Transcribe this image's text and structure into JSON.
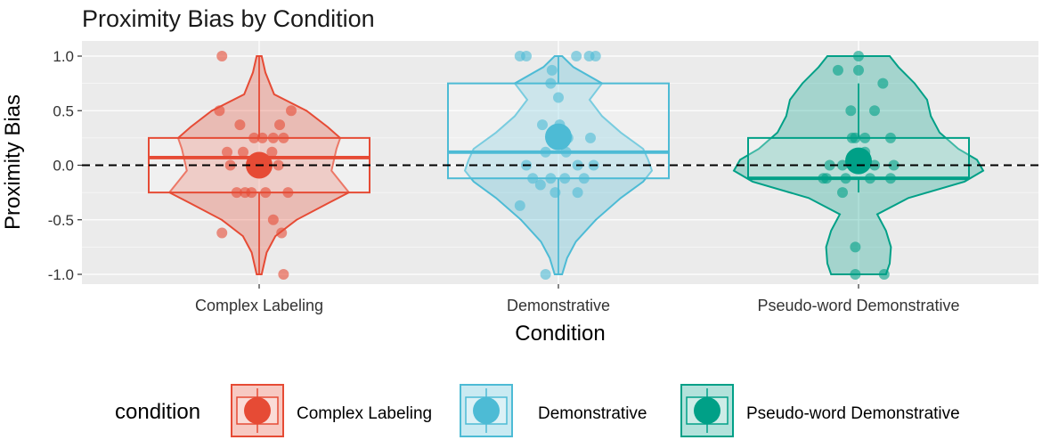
{
  "chart_data": {
    "type": "violin",
    "title": "Proximity Bias by Condition",
    "xlabel": "Condition",
    "ylabel": "Proximity Bias",
    "ylim": [
      -1.06,
      1.06
    ],
    "yticks": [
      1.0,
      0.5,
      0.0,
      -0.5,
      -1.0
    ],
    "ytick_labels": [
      "1.0",
      "0.5",
      "0.0",
      "-0.5",
      "-1.0"
    ],
    "reference_line": {
      "y": 0,
      "style": "dashed"
    },
    "legend": {
      "title": "condition",
      "position": "bottom"
    },
    "grid": true,
    "categories": [
      "Complex Labeling",
      "Demonstrative",
      "Pseudo-word Demonstrative"
    ],
    "series": [
      {
        "name": "Complex Labeling",
        "color": "#E64B35",
        "box": {
          "q1": -0.25,
          "median": 0.07,
          "q3": 0.25,
          "whisker_low": -1.0,
          "whisker_high": 1.0
        },
        "mean": 0.0,
        "violin_profile": [
          [
            1.0,
            0.02
          ],
          [
            0.85,
            0.05
          ],
          [
            0.65,
            0.12
          ],
          [
            0.5,
            0.38
          ],
          [
            0.35,
            0.55
          ],
          [
            0.25,
            0.65
          ],
          [
            0.15,
            0.62
          ],
          [
            0.05,
            0.6
          ],
          [
            -0.05,
            0.58
          ],
          [
            -0.15,
            0.65
          ],
          [
            -0.25,
            0.72
          ],
          [
            -0.35,
            0.55
          ],
          [
            -0.5,
            0.3
          ],
          [
            -0.65,
            0.13
          ],
          [
            -0.8,
            0.06
          ],
          [
            -1.0,
            0.02
          ]
        ],
        "points": [
          [
            -0.58,
            1.0
          ],
          [
            -0.62,
            0.5
          ],
          [
            -0.3,
            0.37
          ],
          [
            0.32,
            0.37
          ],
          [
            0.5,
            0.5
          ],
          [
            -0.08,
            0.25
          ],
          [
            0.05,
            0.25
          ],
          [
            0.22,
            0.25
          ],
          [
            0.38,
            0.25
          ],
          [
            -0.5,
            0.12
          ],
          [
            -0.25,
            0.12
          ],
          [
            0.2,
            0.12
          ],
          [
            -0.45,
            0.0
          ],
          [
            0.3,
            0.0
          ],
          [
            -0.1,
            0.0
          ],
          [
            -0.35,
            -0.25
          ],
          [
            -0.22,
            -0.25
          ],
          [
            -0.12,
            -0.25
          ],
          [
            0.1,
            -0.25
          ],
          [
            0.45,
            -0.25
          ],
          [
            0.22,
            -0.5
          ],
          [
            -0.58,
            -0.62
          ],
          [
            0.35,
            -0.62
          ],
          [
            0.38,
            -1.0
          ]
        ]
      },
      {
        "name": "Demonstrative",
        "color": "#4DBBD5",
        "box": {
          "q1": -0.12,
          "median": 0.12,
          "q3": 0.75,
          "whisker_low": -1.0,
          "whisker_high": 1.0
        },
        "mean": 0.26,
        "violin_profile": [
          [
            1.0,
            0.03
          ],
          [
            0.9,
            0.12
          ],
          [
            0.75,
            0.35
          ],
          [
            0.6,
            0.25
          ],
          [
            0.45,
            0.35
          ],
          [
            0.3,
            0.5
          ],
          [
            0.15,
            0.68
          ],
          [
            0.05,
            0.72
          ],
          [
            -0.05,
            0.75
          ],
          [
            -0.15,
            0.68
          ],
          [
            -0.3,
            0.5
          ],
          [
            -0.5,
            0.3
          ],
          [
            -0.7,
            0.14
          ],
          [
            -0.85,
            0.07
          ],
          [
            -1.0,
            0.03
          ]
        ],
        "points": [
          [
            -0.6,
            1.0
          ],
          [
            -0.5,
            1.0
          ],
          [
            0.28,
            1.0
          ],
          [
            0.48,
            1.0
          ],
          [
            0.58,
            1.0
          ],
          [
            -0.1,
            0.87
          ],
          [
            -0.12,
            0.75
          ],
          [
            0.0,
            0.62
          ],
          [
            -0.25,
            0.37
          ],
          [
            0.02,
            0.37
          ],
          [
            0.15,
            0.25
          ],
          [
            0.5,
            0.25
          ],
          [
            -0.12,
            0.25
          ],
          [
            -0.2,
            0.12
          ],
          [
            0.12,
            0.12
          ],
          [
            -0.5,
            0.0
          ],
          [
            0.3,
            0.0
          ],
          [
            0.55,
            0.0
          ],
          [
            -0.4,
            -0.12
          ],
          [
            -0.12,
            -0.12
          ],
          [
            0.1,
            -0.12
          ],
          [
            0.4,
            -0.12
          ],
          [
            0.3,
            -0.25
          ],
          [
            -0.05,
            -0.25
          ],
          [
            -0.6,
            -0.37
          ],
          [
            -0.28,
            -0.18
          ],
          [
            -0.2,
            -1.0
          ]
        ]
      },
      {
        "name": "Pseudo-word Demonstrative",
        "color": "#00A087",
        "box": {
          "q1": -0.12,
          "median": -0.12,
          "q3": 0.25,
          "whisker_low": -0.25,
          "whisker_high": 0.75
        },
        "mean": 0.04,
        "violin_profile": [
          [
            1.0,
            0.25
          ],
          [
            0.9,
            0.32
          ],
          [
            0.75,
            0.45
          ],
          [
            0.6,
            0.55
          ],
          [
            0.45,
            0.58
          ],
          [
            0.3,
            0.65
          ],
          [
            0.15,
            0.8
          ],
          [
            0.05,
            0.95
          ],
          [
            -0.05,
            1.0
          ],
          [
            -0.15,
            0.85
          ],
          [
            -0.3,
            0.4
          ],
          [
            -0.45,
            0.15
          ],
          [
            -0.6,
            0.22
          ],
          [
            -0.75,
            0.26
          ],
          [
            -0.9,
            0.25
          ],
          [
            -1.0,
            0.22
          ]
        ],
        "points": [
          [
            -0.32,
            0.87
          ],
          [
            0.0,
            1.0
          ],
          [
            0.0,
            0.87
          ],
          [
            0.38,
            0.75
          ],
          [
            -0.12,
            0.5
          ],
          [
            0.25,
            0.5
          ],
          [
            -0.1,
            0.25
          ],
          [
            -0.05,
            0.25
          ],
          [
            0.1,
            0.25
          ],
          [
            0.5,
            0.25
          ],
          [
            0.1,
            0.12
          ],
          [
            -0.25,
            0.0
          ],
          [
            0.05,
            0.0
          ],
          [
            -0.45,
            0.0
          ],
          [
            0.55,
            0.0
          ],
          [
            0.25,
            0.0
          ],
          [
            -0.55,
            -0.12
          ],
          [
            -0.5,
            -0.12
          ],
          [
            -0.2,
            -0.12
          ],
          [
            0.18,
            -0.12
          ],
          [
            0.5,
            -0.12
          ],
          [
            -0.25,
            -0.25
          ],
          [
            -0.05,
            -0.75
          ],
          [
            -0.05,
            -1.0
          ],
          [
            0.4,
            -1.0
          ]
        ]
      }
    ]
  }
}
